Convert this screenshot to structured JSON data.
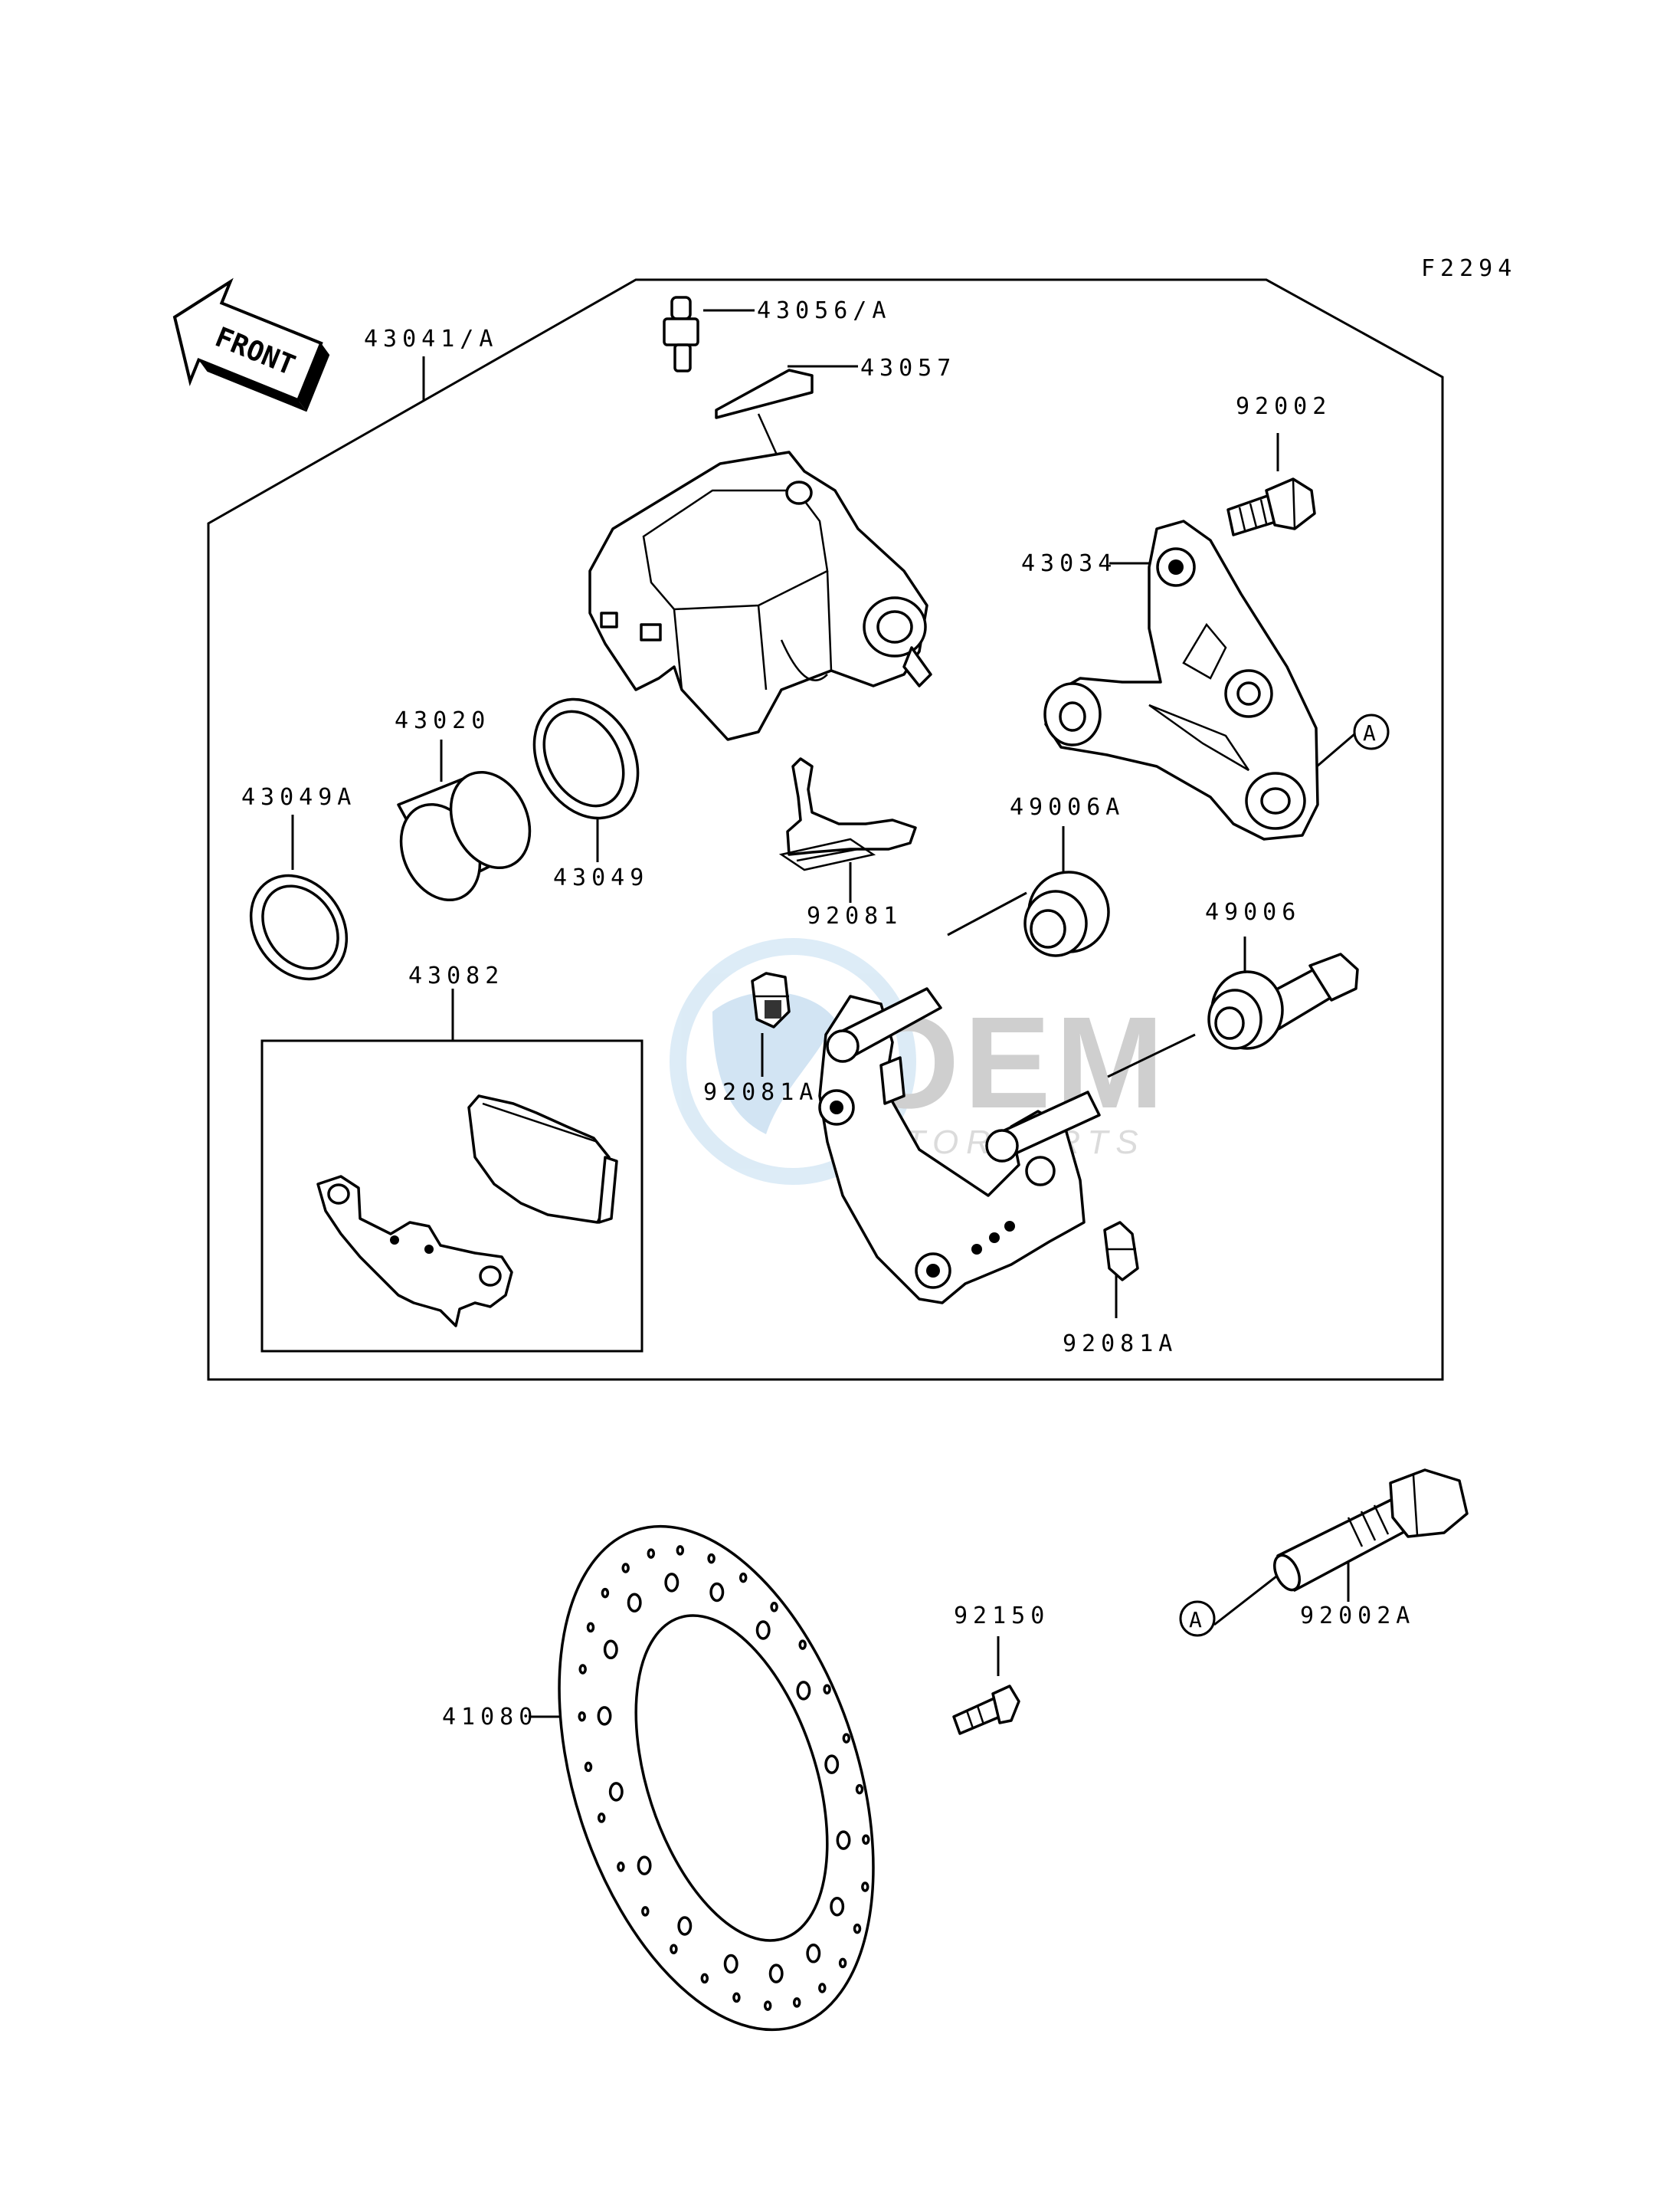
{
  "figure_code": "F2294",
  "front_label": "FRONT",
  "ref_mark": "A",
  "watermark": {
    "brand": "OEM",
    "sub": "MOTORPARTS"
  },
  "parts": {
    "caliper_assy": "43041/A",
    "bleeder": "43056/A",
    "cap": "43057",
    "bolt_upper": "92002",
    "bracket": "43034",
    "piston": "43020",
    "seal_dust": "43049A",
    "seal_piston": "43049",
    "spring_plate": "92081",
    "boot_a": "49006A",
    "boot": "49006",
    "pads": "43082",
    "clip_left": "92081A",
    "clip_right": "92081A",
    "disc": "41080",
    "disc_bolt": "92150",
    "bolt_long": "92002A"
  }
}
